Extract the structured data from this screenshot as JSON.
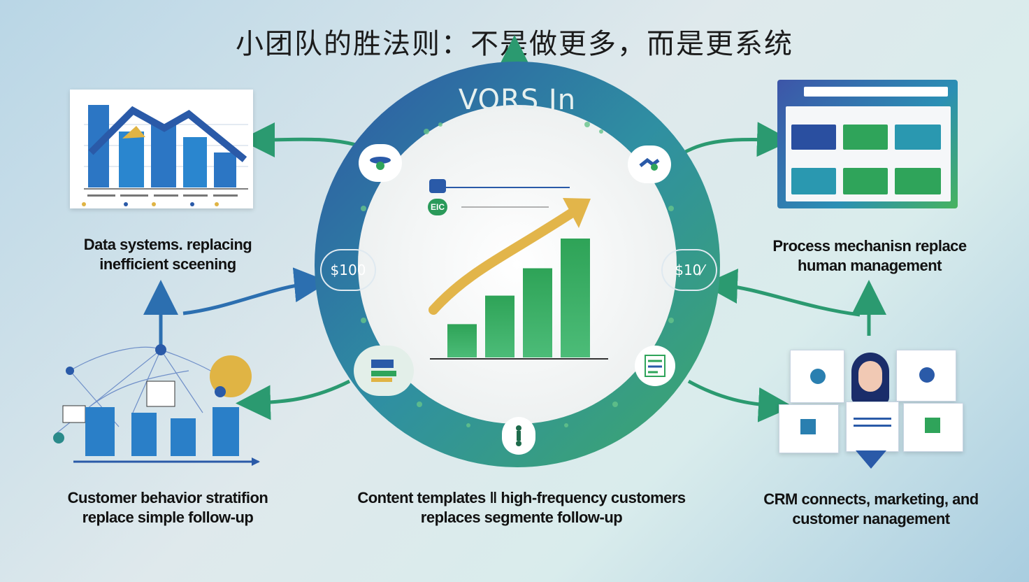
{
  "title": "小团队的胜法则：不是做更多，而是更系统",
  "hub": {
    "brand": "VORS In",
    "left_value": "$100",
    "right_value": "$10⁄",
    "badge": "EIC",
    "chart_values": [
      28,
      52,
      75,
      100
    ]
  },
  "captions": {
    "top_left": [
      "Data systems. replacing",
      "inefficient sceening"
    ],
    "top_right": [
      "Process mechanisn replace",
      "human management"
    ],
    "bottom_left": [
      "Customer behavior stratifion",
      "replace simple follow-up"
    ],
    "bottom_center": [
      "Content templates ‖ high-frequency customers",
      "replaces segmente follow-up"
    ],
    "bottom_right": [
      "CRM connects, marketing, and",
      "customer nanagement"
    ]
  },
  "colors": {
    "blue": "#2a62b0",
    "green": "#2fa45a",
    "gold": "#e0b444",
    "ring_start": "#2d57a4",
    "ring_end": "#3ea86a"
  }
}
